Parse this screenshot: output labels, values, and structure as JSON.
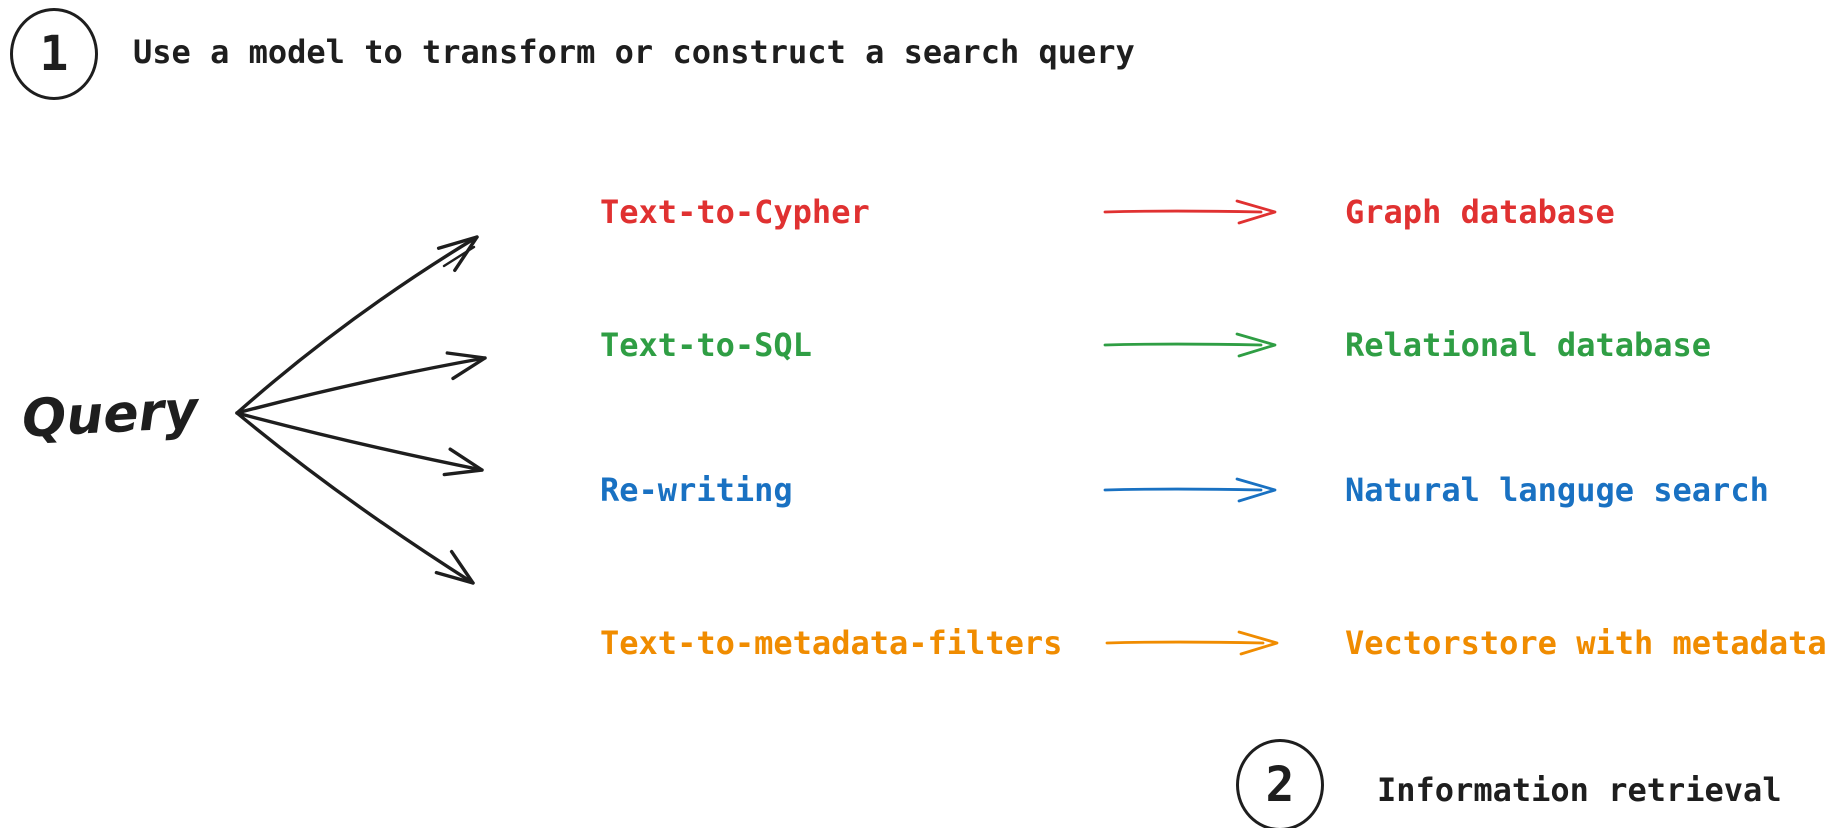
{
  "colors": {
    "ink": "#1e1e1e",
    "background": "#ffffff"
  },
  "step1": {
    "number": "1",
    "title": "Use a model to transform or construct a search query"
  },
  "step2": {
    "number": "2",
    "title": "Information retrieval"
  },
  "source": {
    "label": "Query"
  },
  "rows": [
    {
      "method": "Text-to-Cypher",
      "target": "Graph database",
      "color": "#e03131"
    },
    {
      "method": "Text-to-SQL",
      "target": "Relational database",
      "color": "#2f9e44"
    },
    {
      "method": "Re-writing",
      "target": "Natural languge search",
      "color": "#1971c2"
    },
    {
      "method": "Text-to-metadata-filters",
      "target": "Vectorstore with metadata",
      "color": "#f08c00"
    }
  ]
}
